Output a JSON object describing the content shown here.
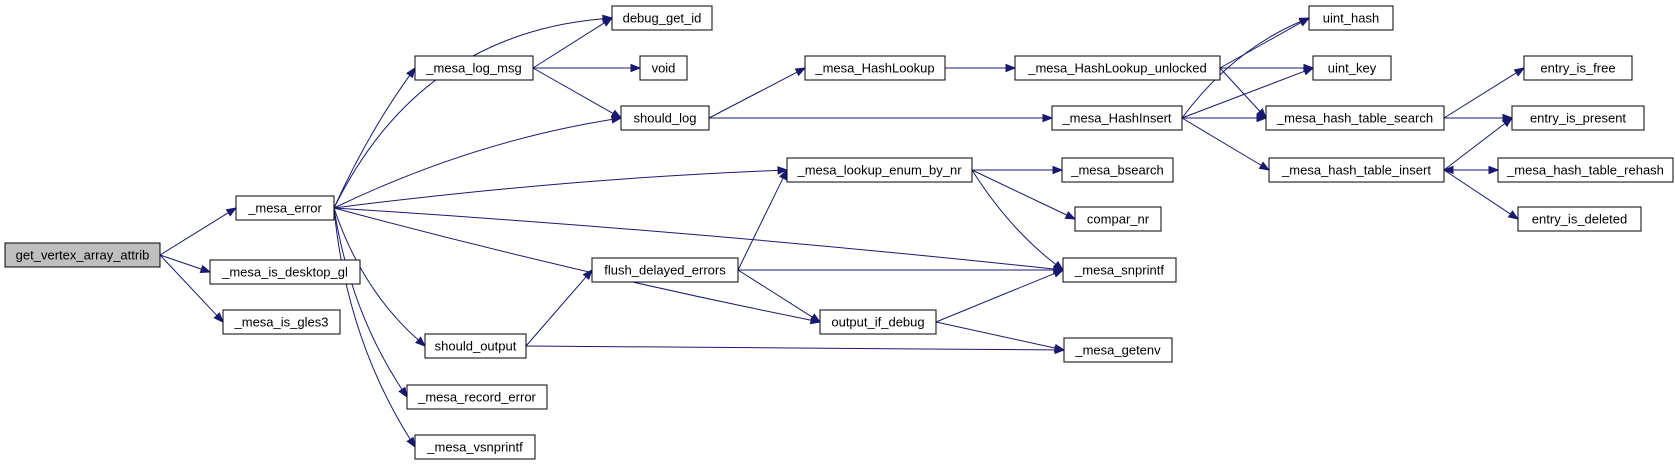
{
  "graph": {
    "root": "get_vertex_array_attrib",
    "colors": {
      "root_fill": "#bfbfbf",
      "node_fill": "#ffffff",
      "edge": "#191970"
    },
    "nodes": [
      {
        "id": "get_vertex_array_attrib",
        "label": "get_vertex_array_attrib"
      },
      {
        "id": "_mesa_error",
        "label": "_mesa_error"
      },
      {
        "id": "_mesa_is_desktop_gl",
        "label": "_mesa_is_desktop_gl"
      },
      {
        "id": "_mesa_is_gles3",
        "label": "_mesa_is_gles3"
      },
      {
        "id": "debug_get_id",
        "label": "debug_get_id"
      },
      {
        "id": "_mesa_log_msg",
        "label": "_mesa_log_msg"
      },
      {
        "id": "void",
        "label": "void"
      },
      {
        "id": "should_log",
        "label": "should_log"
      },
      {
        "id": "_mesa_HashLookup",
        "label": "_mesa_HashLookup"
      },
      {
        "id": "_mesa_HashLookup_unlocked",
        "label": "_mesa_HashLookup_unlocked"
      },
      {
        "id": "uint_hash",
        "label": "uint_hash"
      },
      {
        "id": "uint_key",
        "label": "uint_key"
      },
      {
        "id": "_mesa_HashInsert",
        "label": "_mesa_HashInsert"
      },
      {
        "id": "_mesa_hash_table_search",
        "label": "_mesa_hash_table_search"
      },
      {
        "id": "entry_is_free",
        "label": "entry_is_free"
      },
      {
        "id": "entry_is_present",
        "label": "entry_is_present"
      },
      {
        "id": "_mesa_hash_table_insert",
        "label": "_mesa_hash_table_insert"
      },
      {
        "id": "_mesa_hash_table_rehash",
        "label": "_mesa_hash_table_rehash"
      },
      {
        "id": "entry_is_deleted",
        "label": "entry_is_deleted"
      },
      {
        "id": "_mesa_lookup_enum_by_nr",
        "label": "_mesa_lookup_enum_by_nr"
      },
      {
        "id": "_mesa_bsearch",
        "label": "_mesa_bsearch"
      },
      {
        "id": "compar_nr",
        "label": "compar_nr"
      },
      {
        "id": "flush_delayed_errors",
        "label": "flush_delayed_errors"
      },
      {
        "id": "_mesa_snprintf",
        "label": "_mesa_snprintf"
      },
      {
        "id": "output_if_debug",
        "label": "output_if_debug"
      },
      {
        "id": "should_output",
        "label": "should_output"
      },
      {
        "id": "_mesa_getenv",
        "label": "_mesa_getenv"
      },
      {
        "id": "_mesa_record_error",
        "label": "_mesa_record_error"
      },
      {
        "id": "_mesa_vsnprintf",
        "label": "_mesa_vsnprintf"
      }
    ],
    "edges": [
      [
        "get_vertex_array_attrib",
        "_mesa_error"
      ],
      [
        "get_vertex_array_attrib",
        "_mesa_is_desktop_gl"
      ],
      [
        "get_vertex_array_attrib",
        "_mesa_is_gles3"
      ],
      [
        "_mesa_error",
        "debug_get_id"
      ],
      [
        "_mesa_error",
        "_mesa_log_msg"
      ],
      [
        "_mesa_error",
        "should_log"
      ],
      [
        "_mesa_error",
        "_mesa_lookup_enum_by_nr"
      ],
      [
        "_mesa_error",
        "_mesa_snprintf"
      ],
      [
        "_mesa_error",
        "output_if_debug"
      ],
      [
        "_mesa_error",
        "should_output"
      ],
      [
        "_mesa_error",
        "_mesa_record_error"
      ],
      [
        "_mesa_error",
        "_mesa_vsnprintf"
      ],
      [
        "_mesa_log_msg",
        "debug_get_id"
      ],
      [
        "_mesa_log_msg",
        "void"
      ],
      [
        "_mesa_log_msg",
        "should_log"
      ],
      [
        "should_log",
        "_mesa_HashLookup"
      ],
      [
        "should_log",
        "_mesa_HashInsert"
      ],
      [
        "_mesa_HashLookup",
        "_mesa_HashLookup_unlocked"
      ],
      [
        "_mesa_HashLookup_unlocked",
        "uint_hash"
      ],
      [
        "_mesa_HashLookup_unlocked",
        "uint_key"
      ],
      [
        "_mesa_HashLookup_unlocked",
        "_mesa_hash_table_search"
      ],
      [
        "_mesa_HashInsert",
        "uint_hash"
      ],
      [
        "_mesa_HashInsert",
        "uint_key"
      ],
      [
        "_mesa_HashInsert",
        "_mesa_hash_table_search"
      ],
      [
        "_mesa_HashInsert",
        "_mesa_hash_table_insert"
      ],
      [
        "_mesa_hash_table_search",
        "entry_is_free"
      ],
      [
        "_mesa_hash_table_search",
        "entry_is_present"
      ],
      [
        "_mesa_hash_table_insert",
        "entry_is_present"
      ],
      [
        "_mesa_hash_table_insert",
        "_mesa_hash_table_rehash"
      ],
      [
        "_mesa_hash_table_insert",
        "entry_is_deleted"
      ],
      [
        "_mesa_hash_table_rehash",
        "_mesa_hash_table_insert"
      ],
      [
        "_mesa_lookup_enum_by_nr",
        "_mesa_bsearch"
      ],
      [
        "_mesa_lookup_enum_by_nr",
        "compar_nr"
      ],
      [
        "_mesa_lookup_enum_by_nr",
        "_mesa_snprintf"
      ],
      [
        "flush_delayed_errors",
        "_mesa_lookup_enum_by_nr"
      ],
      [
        "flush_delayed_errors",
        "_mesa_snprintf"
      ],
      [
        "flush_delayed_errors",
        "output_if_debug"
      ],
      [
        "output_if_debug",
        "_mesa_snprintf"
      ],
      [
        "output_if_debug",
        "_mesa_getenv"
      ],
      [
        "should_output",
        "flush_delayed_errors"
      ],
      [
        "should_output",
        "_mesa_getenv"
      ]
    ]
  }
}
